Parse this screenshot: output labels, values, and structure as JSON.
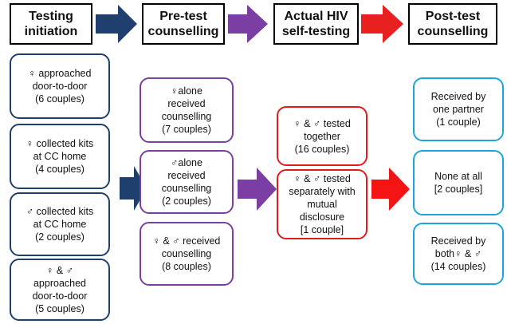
{
  "headers": [
    {
      "label": "Testing\ninitiation"
    },
    {
      "label": "Pre-test\ncounselling"
    },
    {
      "label": "Actual HIV\nself-testing"
    },
    {
      "label": "Post-test\ncounselling"
    }
  ],
  "colors": {
    "initiation": "#1f3f6e",
    "pretest": "#7b3fa3",
    "selftest": "#e21b1b",
    "posttest": "#1aa6dc"
  },
  "initiation_boxes": [
    {
      "text": "♀ approached\ndoor-to-door\n(6 couples)"
    },
    {
      "text": "♀ collected kits\nat CC home\n(4 couples)"
    },
    {
      "text": "♂ collected kits\nat CC home\n(2 couples)"
    },
    {
      "text": "♀ & ♂\napproached\ndoor-to-door\n(5 couples)"
    }
  ],
  "pretest_boxes": [
    {
      "text": "♀alone\nreceived\ncounselling\n(7 couples)"
    },
    {
      "text": "♂alone\nreceived\ncounselling\n(2 couples)"
    },
    {
      "text": "♀ & ♂ received\ncounselling\n(8 couples)"
    }
  ],
  "selftest_boxes": [
    {
      "text": "♀ & ♂ tested\ntogether\n(16 couples)"
    },
    {
      "text": "♀ & ♂ tested\nseparately with\nmutual\ndisclosure\n[1 couple]"
    }
  ],
  "posttest_boxes": [
    {
      "text": "Received by\none partner\n(1 couple)"
    },
    {
      "text": "None at all\n[2 couples]"
    },
    {
      "text": "Received by\nboth♀ & ♂\n(14 couples)"
    }
  ]
}
